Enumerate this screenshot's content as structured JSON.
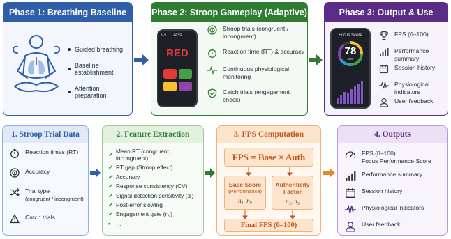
{
  "phase1": {
    "title": "Phase 1: Breathing Baseline",
    "items": [
      "Guided breathing",
      "Baseline establishment",
      "Attention preparation"
    ]
  },
  "phase2": {
    "title": "Phase 2: Stroop Gameplay (Adaptive)",
    "phone": {
      "status_left": "0.4",
      "time": "12:45",
      "word": "RED"
    },
    "items": [
      {
        "icon": "target-icon",
        "text": "Stroop trials (congruent / incongruent)"
      },
      {
        "icon": "stopwatch-icon",
        "text": "Reaction time (RT) & accuracy"
      },
      {
        "icon": "heartbeat-icon",
        "text": "Continuous physiological monitoring"
      },
      {
        "icon": "shield-check-icon",
        "text": "Catch trials (engagement check)"
      }
    ]
  },
  "phase3": {
    "title": "Phase 3: Output & Use",
    "phone": {
      "label": "Focus Score",
      "score": "78",
      "score_sub": "/100"
    },
    "items": [
      {
        "icon": "trophy-icon",
        "text": "FPS (0–100)"
      },
      {
        "icon": "bar-chart-icon",
        "text": "Performance summary"
      },
      {
        "icon": "calendar-icon",
        "text": "Session history"
      },
      {
        "icon": "waveform-icon",
        "text": "Physiological indicators"
      },
      {
        "icon": "user-icon",
        "text": "User feedback"
      }
    ]
  },
  "box1": {
    "title": "1. Stroop Trial Data",
    "items": [
      {
        "icon": "stopwatch-icon",
        "label": "Reaction times (RT)",
        "sub": ""
      },
      {
        "icon": "target-icon",
        "label": "Accuracy",
        "sub": ""
      },
      {
        "icon": "shuffle-icon",
        "label": "Trial type",
        "sub": "(congruent / incongruent)"
      },
      {
        "icon": "warning-icon",
        "label": "Catch trials",
        "sub": ""
      }
    ]
  },
  "box2": {
    "title": "2. Feature Extraction",
    "items": [
      "Mean RT (congruent, incongruent)",
      "RT gap (Stroop effect)",
      "Accuracy",
      "Response consistency (CV)",
      "Signal detection sensitivity (d′)",
      "Post-error slowing",
      "Engagement gate (nₑ)",
      "…"
    ]
  },
  "box3": {
    "title": "3. FPS Computation",
    "formula": "FPS = Base × Auth",
    "base_title": "Base Score",
    "base_sub": "(Performance)",
    "base_range": "n₁–n₉",
    "auth_title": "Authenticity Factor",
    "auth_range": "n₃, n₅",
    "final": "Final FPS (0–100)"
  },
  "box4": {
    "title": "4. Outputs",
    "items": [
      {
        "icon": "gauge-icon",
        "label": "FPS (0–100)",
        "sub": "Focus Performance Score"
      },
      {
        "icon": "bar-chart-icon",
        "label": "Performance summary",
        "sub": ""
      },
      {
        "icon": "calendar-icon",
        "label": "Session history",
        "sub": ""
      },
      {
        "icon": "waveform-icon",
        "label": "Physiological indicators",
        "sub": ""
      },
      {
        "icon": "user-icon",
        "label": "User feedback",
        "sub": ""
      }
    ]
  },
  "colors": {
    "blue": "#2e5fa8",
    "green": "#2e7d32",
    "purple": "#5b2c86",
    "orange": "#e8862a"
  }
}
